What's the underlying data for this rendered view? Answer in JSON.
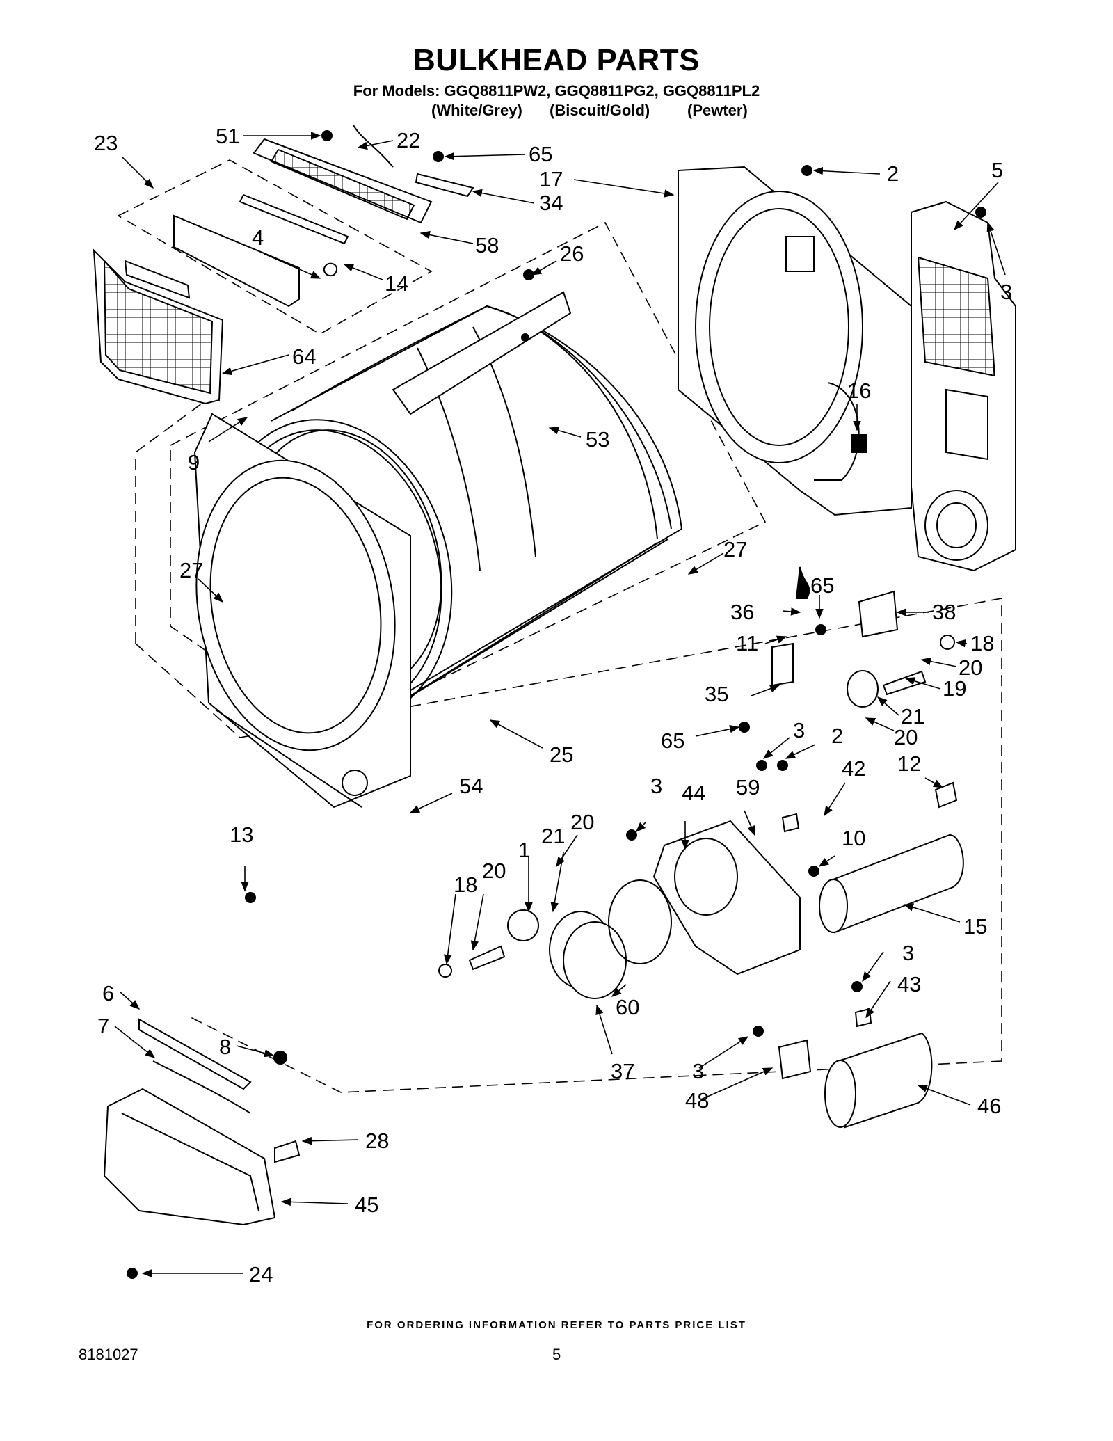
{
  "title": "BULKHEAD PARTS",
  "models_line": "For Models: GGQ8811PW2, GGQ8811PG2, GGQ8811PL2",
  "finishes": [
    "(White/Grey)",
    "(Biscuit/Gold)",
    "(Pewter)"
  ],
  "callouts": {
    "c51": "51",
    "c22": "22",
    "c23": "23",
    "c65a": "65",
    "c17": "17",
    "c34": "34",
    "c2a": "2",
    "c5": "5",
    "c3a": "3",
    "c4": "4",
    "c14": "14",
    "c58": "58",
    "c26": "26",
    "c64": "64",
    "c53": "53",
    "c16": "16",
    "c9": "9",
    "c27a": "27",
    "c27b": "27",
    "c36": "36",
    "c65b": "65",
    "c38": "38",
    "c18a": "18",
    "c11": "11",
    "c20a": "20",
    "c19": "19",
    "c35": "35",
    "c21a": "21",
    "c20b": "20",
    "c65c": "65",
    "c25": "25",
    "c3b": "3",
    "c2b": "2",
    "c42": "42",
    "c12": "12",
    "c54": "54",
    "c3c": "3",
    "c44": "44",
    "c59": "59",
    "c13": "13",
    "c20c": "20",
    "c1": "1",
    "c21b": "21",
    "c20d": "20",
    "c18b": "18",
    "c10": "10",
    "c15": "15",
    "c3d": "3",
    "c43": "43",
    "c6": "6",
    "c7": "7",
    "c8": "8",
    "c60": "60",
    "c37": "37",
    "c3e": "3",
    "c48": "48",
    "c46": "46",
    "c28": "28",
    "c45": "45",
    "c24": "24"
  },
  "footer_note": "FOR ORDERING INFORMATION REFER TO PARTS PRICE LIST",
  "doc_number": "8181027",
  "page_number": "5"
}
